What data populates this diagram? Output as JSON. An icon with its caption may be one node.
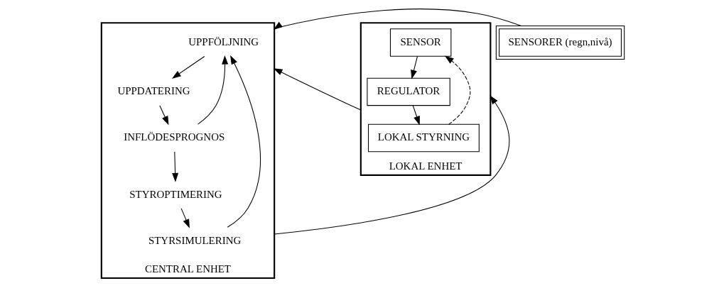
{
  "diagram": {
    "nodes": [
      {
        "text": [
          "CENTRAL ENHET"
        ]
      },
      {
        "text": [
          "UPPFÖLJNING"
        ],
        "in": 0
      },
      {
        "text": [
          "UPPDATERING"
        ],
        "in": 0
      },
      {
        "text": [
          "INFLÖDESPROGNOS"
        ],
        "in": 0
      },
      {
        "text": [
          "STYROPTIMERING"
        ],
        "in": 0
      },
      {
        "text": [
          "STYRSIMULERING"
        ],
        "in": 0
      },
      {
        "text": [
          "SENSORER (regn,nivå)"
        ]
      },
      {
        "text": [
          "LOKAL ENHET"
        ]
      },
      {
        "text": [
          "SENSOR"
        ],
        "in": 7
      },
      {
        "text": [
          "REGULATOR"
        ],
        "in": 7
      },
      {
        "text": [
          "LOKAL STYRNING"
        ],
        "in": 7
      }
    ],
    "edges": [
      {
        "from": 1,
        "to": 2,
        "arrow": "to"
      },
      {
        "from": 2,
        "to": 3,
        "arrow": "to"
      },
      {
        "from": 3,
        "to": 4,
        "arrow": "to"
      },
      {
        "from": 4,
        "to": 5,
        "arrow": "to"
      },
      {
        "from": 3,
        "to": 1,
        "arrow": "to"
      },
      {
        "from": 5,
        "to": 1,
        "arrow": "to"
      },
      {
        "from": 6,
        "to": 0,
        "arrow": "to"
      },
      {
        "from": 0,
        "to": 7,
        "arrow": "to"
      },
      {
        "from": 7,
        "to": 0,
        "arrow": "to"
      },
      {
        "from": 10,
        "to": 8,
        "arrow": "to",
        "style": "dashed"
      },
      {
        "from": 8,
        "to": 9,
        "arrow": "to"
      },
      {
        "from": 9,
        "to": 10,
        "arrow": "to"
      }
    ]
  }
}
